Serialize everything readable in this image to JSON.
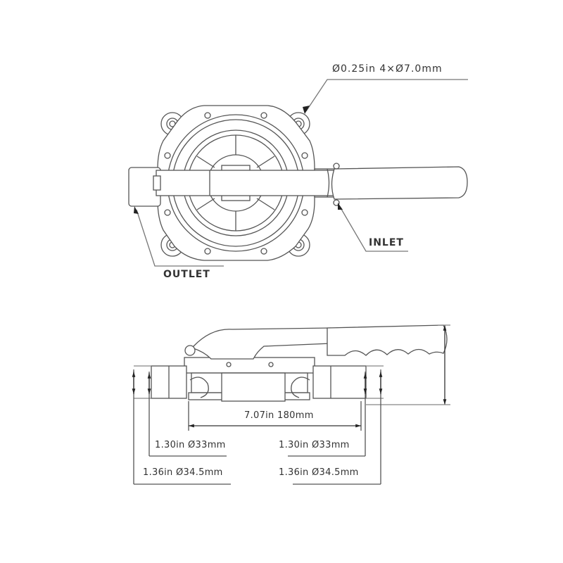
{
  "top_view": {
    "mount_hole_label": "Ø0.25in 4×Ø7.0mm",
    "outlet_label": "OUTLET",
    "inlet_label": "INLET"
  },
  "side_view": {
    "length_label": "7.07in 180mm",
    "left_inner_diameter": "1.30in Ø33mm",
    "right_inner_diameter": "1.30in Ø33mm",
    "left_outer_diameter": "1.36in Ø34.5mm",
    "right_outer_diameter": "1.36in Ø34.5mm"
  },
  "colors": {
    "line": "#555555",
    "text": "#333333"
  }
}
